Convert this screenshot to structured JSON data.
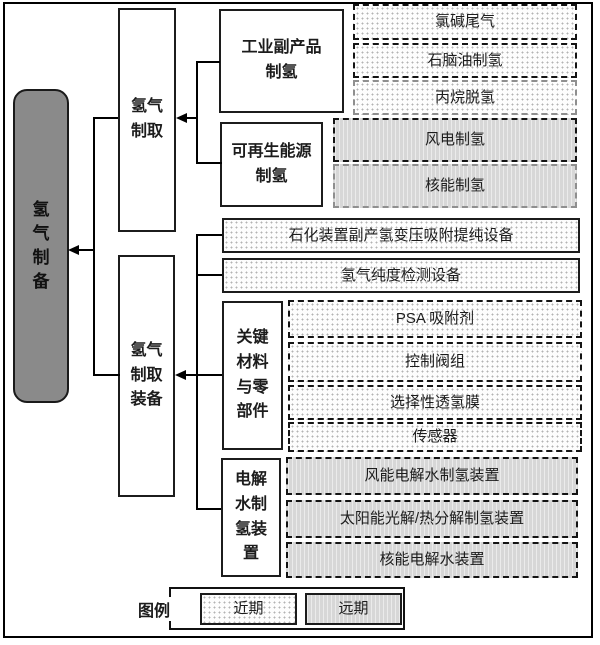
{
  "diagram": {
    "root_label": "氢\n气\n制\n备",
    "branch_production": {
      "label": "氢气\n制取",
      "sources": [
        "工业副产品\n制氢",
        "可再生能源\n制氢"
      ],
      "near_items": [
        "氯碱尾气",
        "石脑油制氢",
        "丙烷脱氢"
      ],
      "far_items": [
        "风电制氢",
        "核能制氢"
      ]
    },
    "branch_equipment": {
      "label": "氢气\n制取\n装备",
      "near_wide_items": [
        "石化装置副产氢变压吸附提纯设备",
        "氢气纯度检测设备"
      ],
      "key_materials": {
        "label": "关键\n材料\n与零\n部件",
        "near_items": [
          "PSA 吸附剂",
          "控制阀组",
          "选择性透氢膜",
          "传感器"
        ]
      },
      "electrolysis": {
        "label": "电解\n水制\n氢装\n置",
        "far_items": [
          "风能电解水制氢装置",
          "太阳能光解/热分解制氢装置",
          "核能电解水装置"
        ]
      }
    },
    "legend": {
      "title": "图例",
      "near_label": "近期",
      "far_label": "远期"
    },
    "colors": {
      "root_fill": "#8a8a8a",
      "far_fill": "#d7d7d7",
      "near_dot": "#b3b3b3",
      "line": "#000000"
    }
  }
}
